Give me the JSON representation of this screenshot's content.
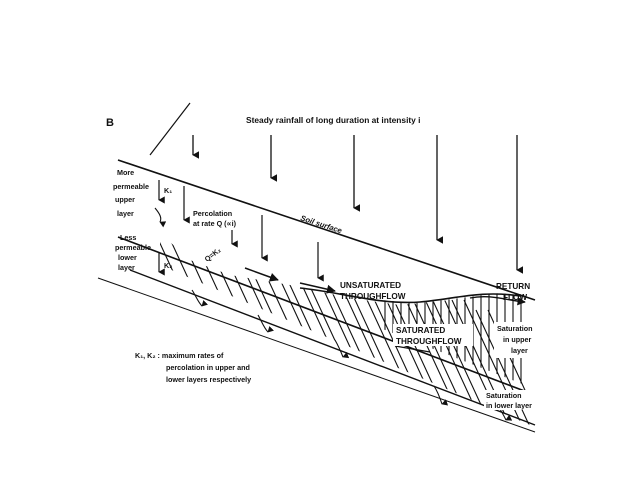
{
  "diagram": {
    "panel_label": "B",
    "rain_label": "Steady rainfall of long duration at intensity i",
    "upper_layer_label": [
      "More",
      "permeable",
      "upper",
      "layer"
    ],
    "k1_label": "K₁",
    "lower_layer_label": [
      "Less",
      "permeable",
      "lower",
      "layer"
    ],
    "k2_label": "K₂",
    "percolation_label": [
      "Percolation",
      "at rate Q (∝i)"
    ],
    "q_k2_label": "Q=K₂",
    "soil_surface_label": "Soil surface",
    "unsaturated_label": [
      "UNSATURATED",
      "THROUGHFLOW"
    ],
    "return_flow_label": [
      "RETURN",
      "FLOW"
    ],
    "saturated_label": [
      "SATURATED",
      "THROUGHFLOW"
    ],
    "sat_upper_label": [
      "Saturation",
      "in upper",
      "layer"
    ],
    "sat_lower_label": [
      "Saturation",
      "in lower layer"
    ],
    "legend_label": [
      "K₁, K₂ : maximum rates of",
      "percolation in upper and",
      "lower layers respectively"
    ]
  }
}
